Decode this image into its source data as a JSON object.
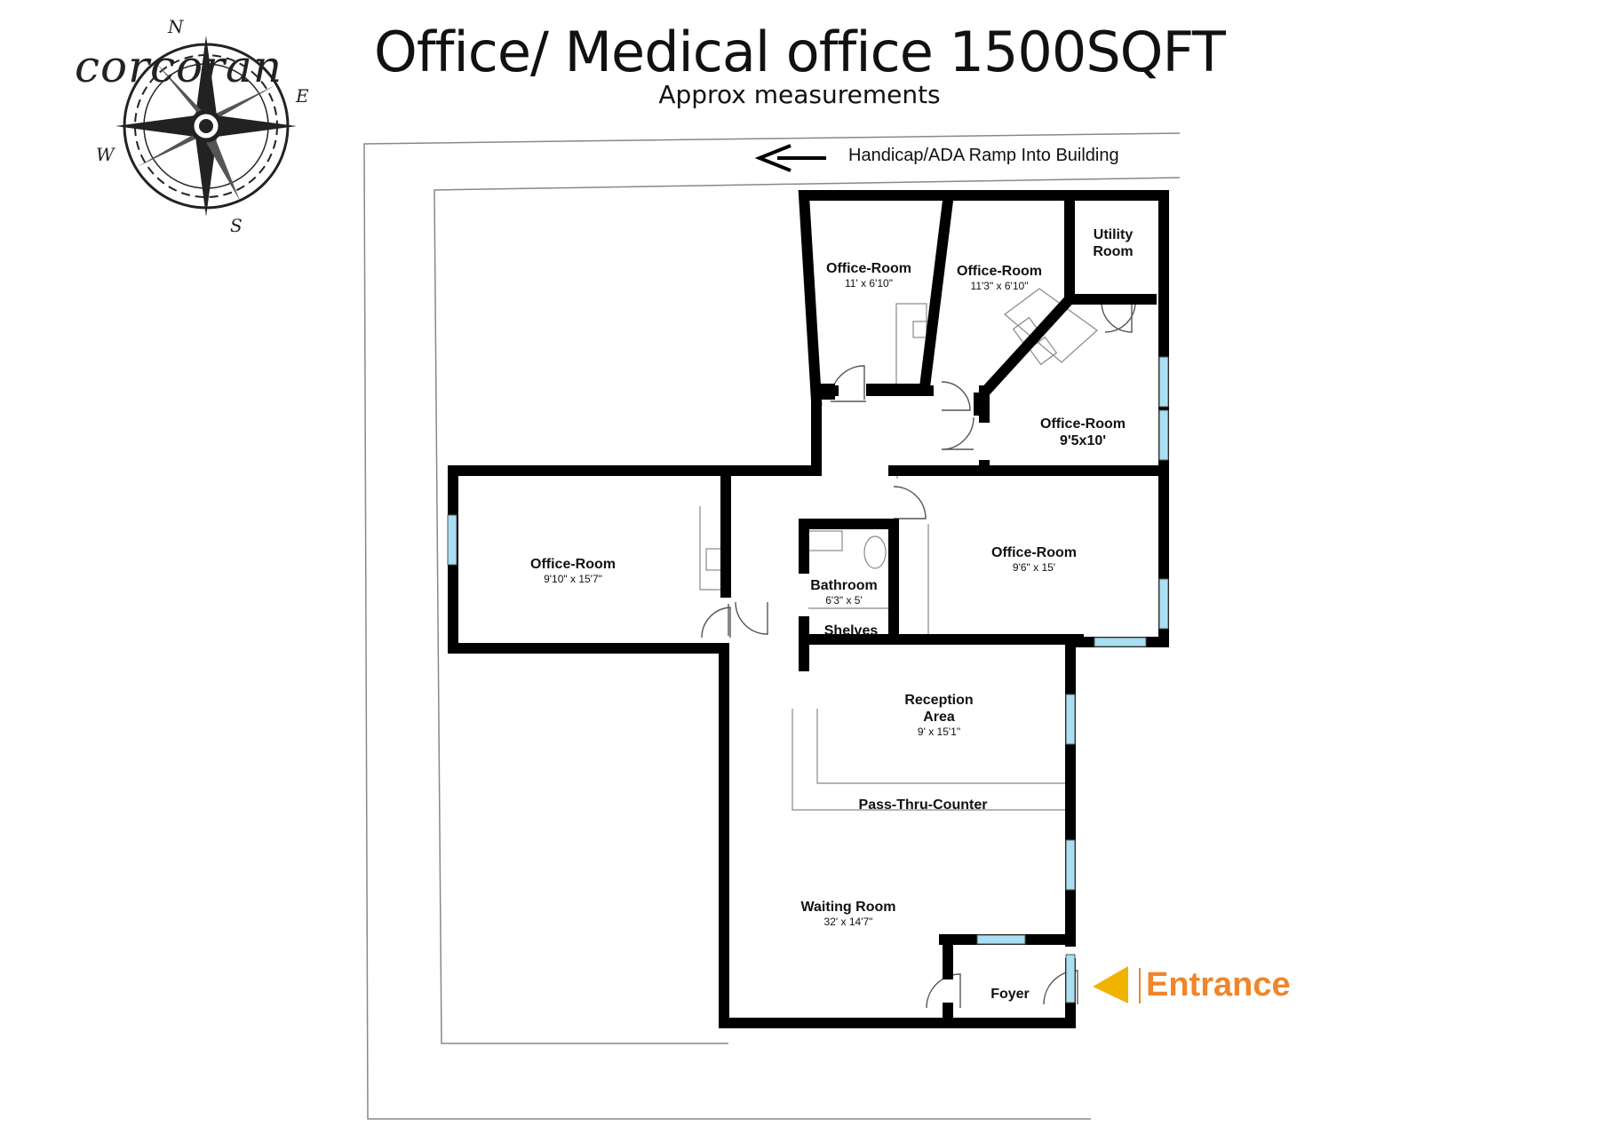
{
  "title": "Office/ Medical office 1500SQFT",
  "subtitle": "Approx measurements",
  "logo": {
    "text": "corcoran",
    "compass": {
      "north": "N",
      "east": "E",
      "south": "S",
      "west": "W"
    }
  },
  "ramp_label": "Handicap/ADA Ramp Into Building",
  "entrance_label": "Entrance",
  "colors": {
    "wall": "#000000",
    "window": "#a9dff2",
    "entrance": "#f0852a",
    "arrow": "#f0b400"
  },
  "rooms": [
    {
      "name": "Office-Room",
      "dims": "11' x 6'10\""
    },
    {
      "name": "Office-Room",
      "dims": "11'3\" x 6'10\""
    },
    {
      "name": "Utility Room",
      "dims": ""
    },
    {
      "name": "Office-Room",
      "dims": "9'5x10'"
    },
    {
      "name": "Office-Room",
      "dims": "9'10\" x 15'7\""
    },
    {
      "name": "Bathroom",
      "dims": "6'3\" x 5'"
    },
    {
      "name": "Shelves",
      "dims": ""
    },
    {
      "name": "Office-Room",
      "dims": "9'6\" x 15'"
    },
    {
      "name": "Reception Area",
      "dims": "9' x 15'1\""
    },
    {
      "name": "Pass-Thru-Counter",
      "dims": ""
    },
    {
      "name": "Waiting Room",
      "dims": "32' x 14'7\""
    },
    {
      "name": "Foyer",
      "dims": ""
    }
  ]
}
